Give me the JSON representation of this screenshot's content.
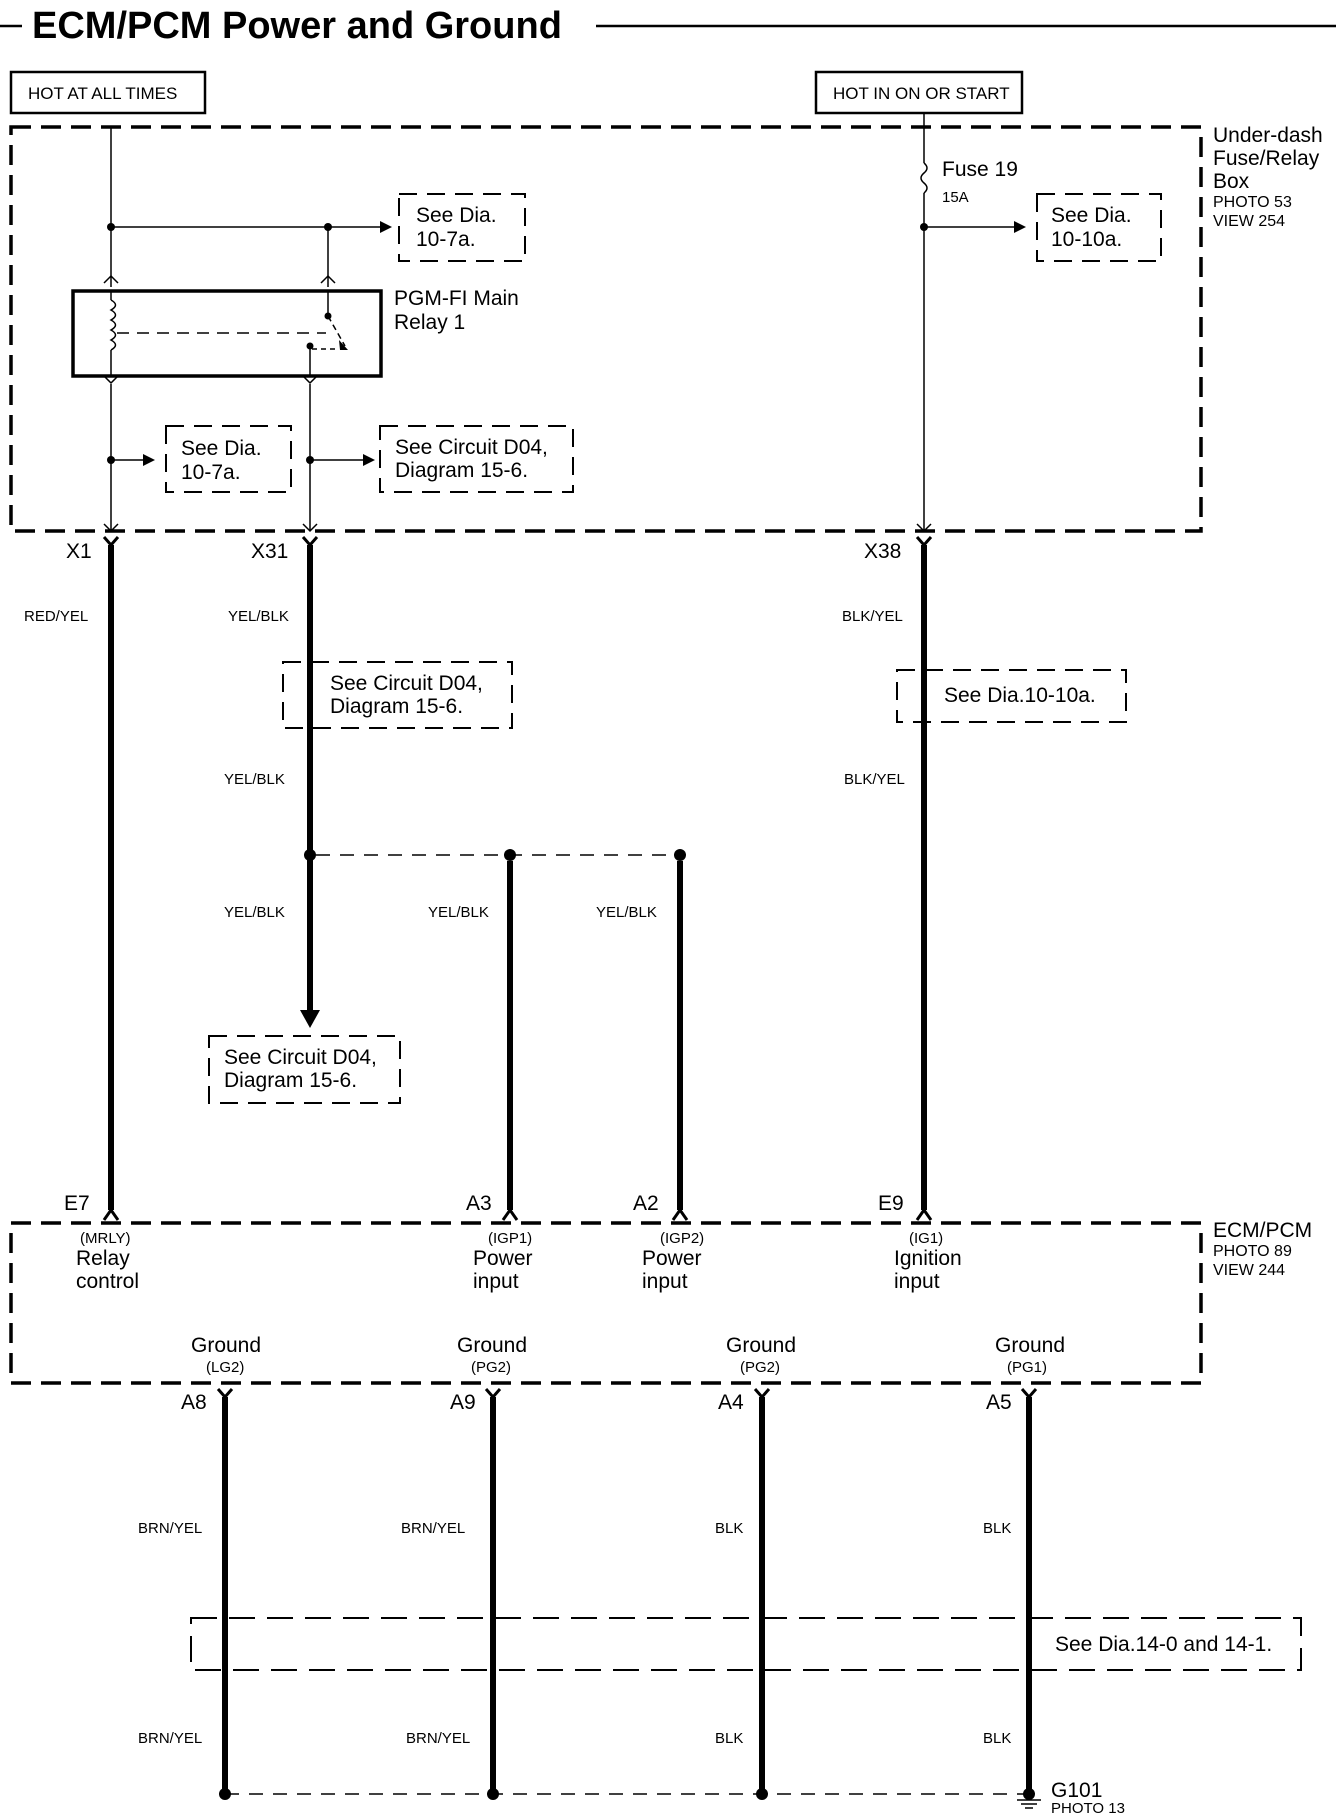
{
  "title": "ECM/PCM Power and Ground",
  "hot_labels": {
    "left": "HOT AT ALL TIMES",
    "right": "HOT IN ON OR START"
  },
  "fuse_box": {
    "name_lines": [
      "Under-dash",
      "Fuse/Relay",
      "Box"
    ],
    "photo": "PHOTO 53",
    "view": "VIEW 254"
  },
  "fuse": {
    "name": "Fuse 19",
    "rating": "15A"
  },
  "relay": {
    "name_lines": [
      "PGM-FI Main",
      "Relay 1"
    ]
  },
  "refs": {
    "r1": [
      "See  Dia.",
      "10-7a."
    ],
    "r2": [
      "See Dia.",
      "10-10a."
    ],
    "r3": [
      "See Dia.",
      "10-7a."
    ],
    "r4": [
      "See Circuit D04,",
      "Diagram 15-6."
    ],
    "r5": [
      "See Circuit D04,",
      "Diagram 15-6."
    ],
    "r6": [
      "See Dia.10-10a."
    ],
    "r7": [
      "See Circuit D04,",
      "Diagram 15-6."
    ],
    "r8": [
      "See  Dia.14-0 and 14-1."
    ]
  },
  "connectors_top": {
    "x1": "X1",
    "x31": "X31",
    "x38": "X38"
  },
  "wire_colors": {
    "red_yel": "RED/YEL",
    "yel_blk_1": "YEL/BLK",
    "yel_blk_2": "YEL/BLK",
    "yel_blk_3": "YEL/BLK",
    "yel_blk_4": "YEL/BLK",
    "yel_blk_5": "YEL/BLK",
    "blk_yel_1": "BLK/YEL",
    "blk_yel_2": "BLK/YEL",
    "brn_yel_a8_1": "BRN/YEL",
    "brn_yel_a8_2": "BRN/YEL",
    "brn_yel_a9_1": "BRN/YEL",
    "brn_yel_a9_2": "BRN/YEL",
    "blk_a4_1": "BLK",
    "blk_a4_2": "BLK",
    "blk_a5_1": "BLK",
    "blk_a5_2": "BLK"
  },
  "ecm": {
    "name": "ECM/PCM",
    "photo": "PHOTO 89",
    "view": "VIEW 244",
    "pins_top": [
      {
        "pin": "E7",
        "code": "(MRLY)",
        "line1": "Relay",
        "line2": "control"
      },
      {
        "pin": "A3",
        "code": "(IGP1)",
        "line1": "Power",
        "line2": "input"
      },
      {
        "pin": "A2",
        "code": "(IGP2)",
        "line1": "Power",
        "line2": "input"
      },
      {
        "pin": "E9",
        "code": "(IG1)",
        "line1": "Ignition",
        "line2": "input"
      }
    ],
    "pins_bottom": [
      {
        "pin": "A8",
        "name": "Ground",
        "code": "(LG2)"
      },
      {
        "pin": "A9",
        "name": "Ground",
        "code": "(PG2)"
      },
      {
        "pin": "A4",
        "name": "Ground",
        "code": "(PG2)"
      },
      {
        "pin": "A5",
        "name": "Ground",
        "code": "(PG1)"
      }
    ]
  },
  "ground": {
    "name": "G101",
    "photo": "PHOTO 13"
  }
}
